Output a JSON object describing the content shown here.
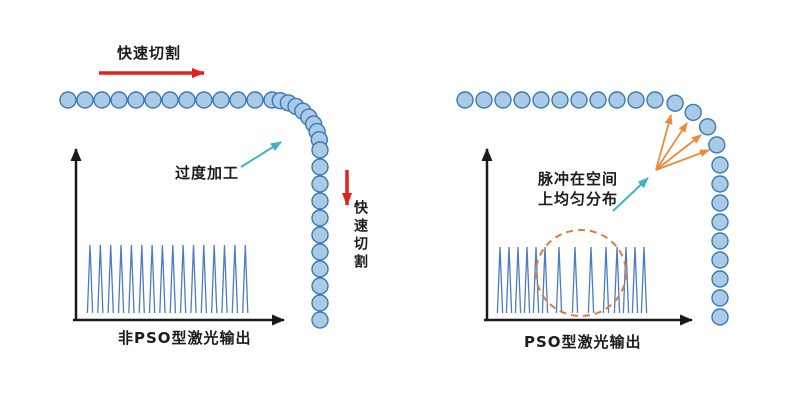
{
  "left_panel": {
    "top_arrow_label": "快速切割",
    "overcut_annotation": "过度加工",
    "side_arrow_label": "快速切割",
    "axis_caption": "非PSO型激光输出"
  },
  "right_panel": {
    "annotation_line1": "脉冲在空间",
    "annotation_line2": "上均匀分布",
    "axis_caption": "PSO型激光输出"
  },
  "colors": {
    "laser_spot_fill": "#a9cbe8",
    "laser_spot_stroke": "#3c79b3",
    "fast_cut_arrow_red": "#e2231a",
    "annotation_arrow_teal": "#3fb3c3",
    "pulse_fan_orange": "#ed8a3c",
    "pulse_train_blue": "#4b7cc4",
    "dashed_highlight_orange": "#e07b39",
    "axis_black": "#1a1a1a"
  }
}
